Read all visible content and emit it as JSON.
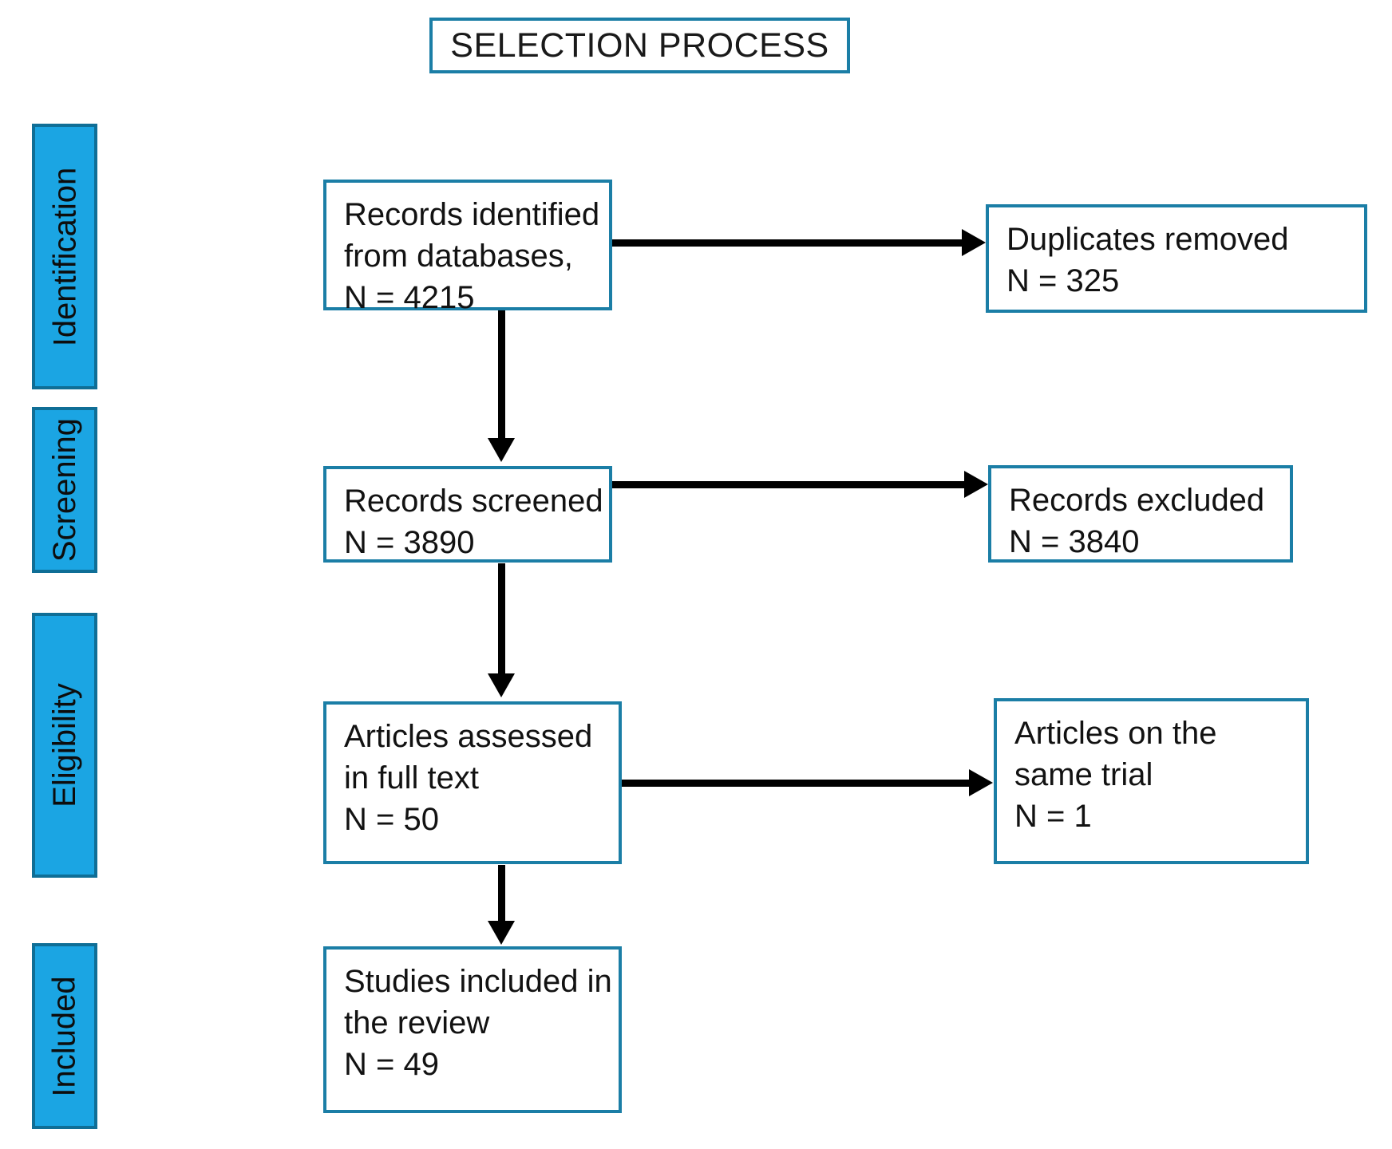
{
  "title": {
    "text": "SELECTION PROCESS"
  },
  "colors": {
    "box_border": "#1B7EA6",
    "stage_fill": "#1BA5E3",
    "stage_border": "#0F6E96",
    "connector": "#000000",
    "background": "#FFFFFF",
    "text": "#121212"
  },
  "stages": [
    {
      "id": "identification",
      "label": "Identification"
    },
    {
      "id": "screening",
      "label": "Screening"
    },
    {
      "id": "eligibility",
      "label": "Eligibility"
    },
    {
      "id": "included",
      "label": "Included"
    }
  ],
  "boxes": {
    "records_identified": {
      "line1": "Records identified",
      "line2": "from databases,",
      "line3": "N = 4215"
    },
    "duplicates_removed": {
      "line1": "Duplicates removed",
      "line2": "N = 325"
    },
    "records_screened": {
      "line1": "Records screened",
      "line2": "N = 3890"
    },
    "records_excluded": {
      "line1": "Records excluded",
      "line2": "N = 3840"
    },
    "articles_assessed": {
      "line1": "Articles assessed",
      "line2": "in full text",
      "line3": "N = 50"
    },
    "articles_same_trial": {
      "line1": "Articles on the",
      "line2": "same trial",
      "line3": "N = 1"
    },
    "studies_included": {
      "line1": "Studies included in",
      "line2": "the review",
      "line3": "N = 49"
    }
  },
  "flow_data": {
    "type": "prisma-flow",
    "identified": 4215,
    "duplicates_removed": 325,
    "screened": 3890,
    "excluded": 3840,
    "full_text_assessed": 50,
    "same_trial_articles": 1,
    "included_in_review": 49
  }
}
